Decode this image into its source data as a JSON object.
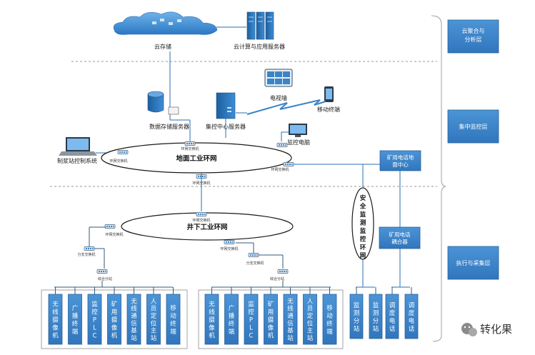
{
  "layers": {
    "cloud": "云聚合与分析层",
    "central": "集中监控层",
    "exec": "执行与采集层"
  },
  "nodes": {
    "cloud_storage": "云存储",
    "cloud_server": "云计算与应用服务器",
    "db_server": "数据存储服务器",
    "control_server": "集控中心服务器",
    "video_wall": "电视墙",
    "mobile": "移动终端",
    "monitor_pc": "监控电脑",
    "pump_station": "制浆站控制系统",
    "phone_center": "矿用电话地面中心",
    "phone_coupler": "矿用电话耦合器",
    "safety_ring": "安全监测监控环网"
  },
  "rings": {
    "ground": "地面工业环网",
    "under": "井下工业环网"
  },
  "switches": {
    "ring_switch": "环网交换机",
    "branch_switch": "分支交换机",
    "combo_splitter": "综合分站"
  },
  "devices": {
    "group": [
      "无线摄像机",
      "广播终端",
      "监控PLC",
      "矿用摄像机",
      "无线通信基站",
      "人员定位主站",
      "移动终端"
    ],
    "monitor": [
      "监测分站",
      "监测分站"
    ],
    "phone": [
      "调度电话",
      "调度电话"
    ]
  },
  "brand": "转化果",
  "colors": {
    "accent": "#3a84c9",
    "line": "#2a6fb5",
    "layer_box": "#3a84c9"
  },
  "icons": [
    "cloud-icon",
    "server-icon",
    "database-icon",
    "tower-server-icon",
    "video-wall-icon",
    "mobile-icon",
    "monitor-icon",
    "laptop-icon",
    "switch-icon",
    "lightning-icon",
    "wechat-icon"
  ]
}
